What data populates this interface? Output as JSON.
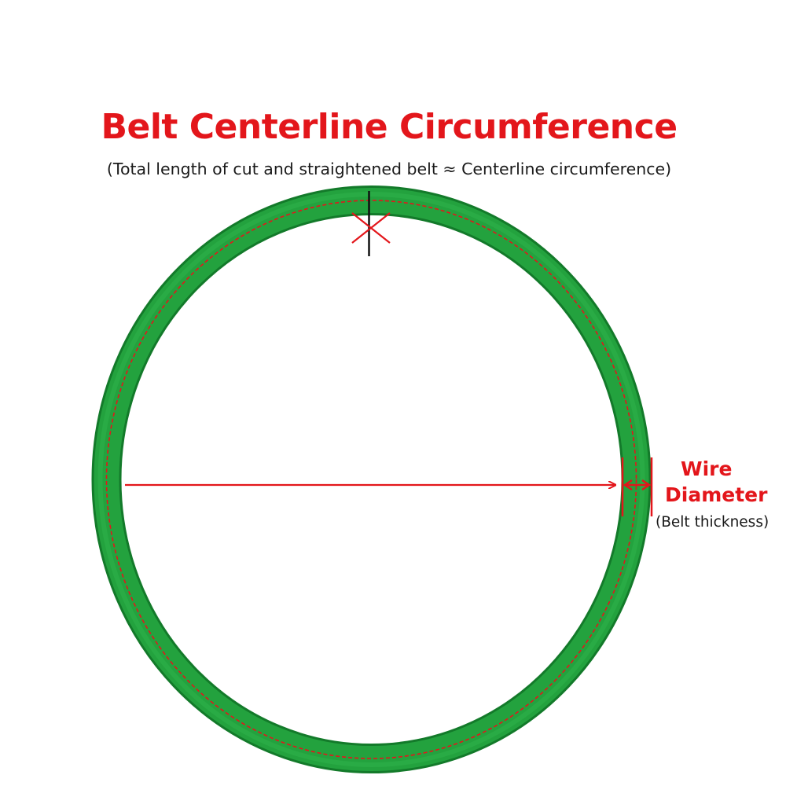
{
  "title": "Belt Centerline Circumference",
  "subtitle": "(Total length of cut and straightened belt ≈ Centerline circumference)",
  "wire_label": {
    "line1": "Wire",
    "line2": "Diameter"
  },
  "thickness_note": "(Belt thickness)",
  "colors": {
    "belt": "#1f9a3a",
    "belt_dark": "#137a2a",
    "accent": "#e3161b",
    "text": "#1a1a1a"
  }
}
